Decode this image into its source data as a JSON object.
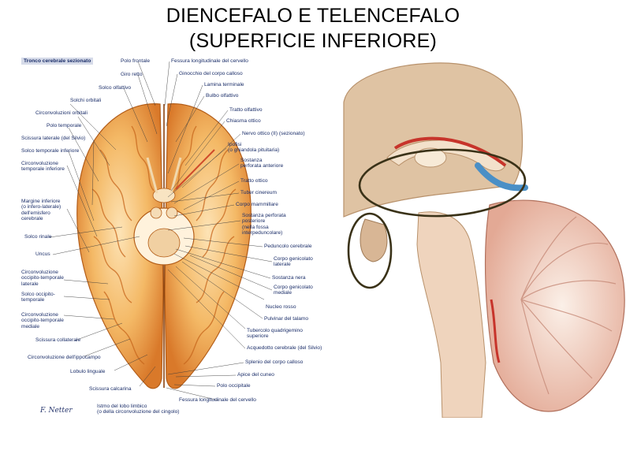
{
  "title": {
    "line1": "DIENCEFALO E TELENCEFALO",
    "line2": "(SUPERFICIE INFERIORE)"
  },
  "left_figure": {
    "header": "Tronco cerebrale sezionato",
    "signature": "F. Netter",
    "left_labels": [
      "Solchi orbitali",
      "Circonvoluzioni orbitali",
      "Polo temporale",
      "Scissura laterale (del Silvio)",
      "Solco temporale inferiore",
      "Circonvoluzione\ntemporale inferiore",
      "Margine inferiore\n(o infero-laterale)\ndell'emisfero\ncerebrale",
      "Solco rinale",
      "Uncus",
      "Circonvoluzione\noccipito-temporale\nlaterale",
      "Solco occipito-\ntemporale",
      "Circonvoluzione\noccipito-temporale\nmediale",
      "Scissura collaterale",
      "Circonvoluzione dell'ippocampo",
      "Lobulo linguale",
      "Scissura calcarina",
      "Istmo del lobo limbico\n(o della circonvoluzione del cingolo)"
    ],
    "top_labels": [
      "Polo frontale",
      "Giro retto",
      "Solco olfattivo"
    ],
    "right_labels": [
      "Fessura longitudinale del cervello",
      "Ginocchio del corpo calloso",
      "Lamina terminale",
      "Bulbo olfattivo",
      "Tratto olfattivo",
      "Chiasma ottico",
      "Nervo ottico (II) (sezionato)",
      "Ipofisi\n(o ghiandola pituitaria)",
      "Sostanza\nperforata anteriore",
      "Tratto ottico",
      "Tuber cinereum",
      "Corpo mammillare",
      "Sostanza perforata\nposteriore\n(nella fossa\ninterpeduncolare)",
      "Peduncolo cerebrale",
      "Corpo genicolato\nlaterale",
      "Sostanza nera",
      "Corpo genicolato\nmediale",
      "Nucleo rosso",
      "Pulvinar del talamo",
      "Tubercolo quadrigemino\nsuperiore",
      "Acquedotto cerebrale (del Silvio)",
      "Splenio del corpo calloso",
      "Apice del cuneo",
      "Polo occipitale",
      "Fessura longitudinale del cervello"
    ]
  },
  "colors": {
    "brain_light": "#f6c98a",
    "brain_dark": "#d97a22",
    "label_text": "#1c2f6a",
    "sagittal_tan": "#dfc3a3",
    "cerebellum": "#e9b7a5",
    "outline_ellipse": "#3a3218",
    "artery_red": "#c7342b",
    "vein_blue": "#4a8fc6"
  }
}
